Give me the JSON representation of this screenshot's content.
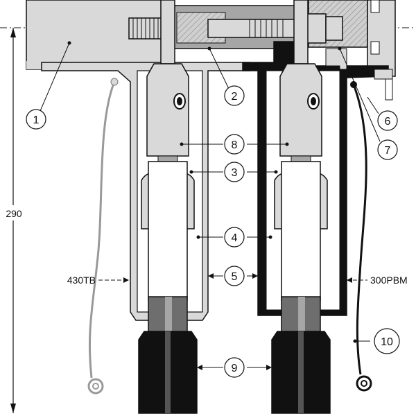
{
  "dimension": {
    "value": "290"
  },
  "labels": {
    "left_connector": "430TB",
    "right_connector": "300PBM"
  },
  "callouts": [
    "1",
    "2",
    "3",
    "4",
    "5",
    "6",
    "7",
    "8",
    "9",
    "10"
  ],
  "colors": {
    "outline": "#111111",
    "light_gray": "#d9d9d9",
    "mid_gray": "#a6a6a6",
    "dark_gray": "#6e6e6e",
    "black": "#111111",
    "white": "#ffffff"
  }
}
